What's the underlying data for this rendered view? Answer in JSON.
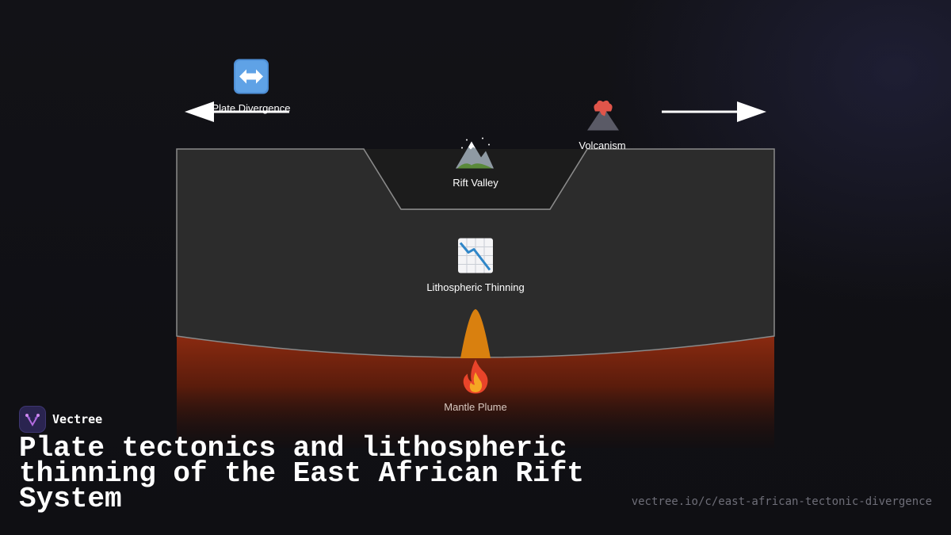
{
  "diagram": {
    "labels": {
      "plate_divergence": "Plate Divergence",
      "volcanism": "Volcanism",
      "rift_valley": "Rift Valley",
      "lithospheric_thinning": "Lithospheric Thinning",
      "mantle_plume": "Mantle Plume"
    },
    "icons": {
      "plate_divergence": "left-right-arrow-icon",
      "volcanism": "volcano-icon",
      "rift_valley": "mountain-icon",
      "lithospheric_thinning": "chart-decreasing-icon",
      "mantle_plume": "fire-icon"
    },
    "colors": {
      "lithosphere": "#2c2c2c",
      "rift": "#1c1c1c",
      "outline": "#8a8a8a",
      "mantle_top": "#8a2a10",
      "plume": "#d9800f",
      "arrow": "#ffffff"
    }
  },
  "brand": {
    "name": "Vectree"
  },
  "footer": {
    "title": "Plate tectonics and lithospheric thinning of the East African Rift System",
    "url": "vectree.io/c/east-african-tectonic-divergence"
  }
}
